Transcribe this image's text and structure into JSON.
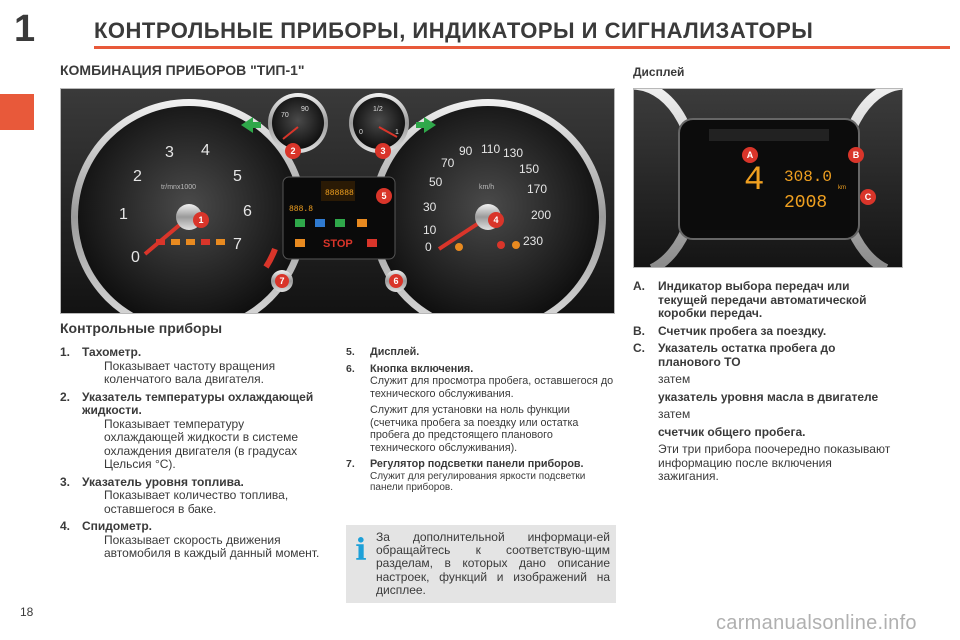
{
  "header": {
    "chapter_number": "1",
    "chapter_title": "КОНТРОЛЬНЫЕ ПРИБОРЫ, ИНДИКАТОРЫ И СИГНАЛИЗАТОРЫ"
  },
  "section_title": "КОМБИНАЦИЯ ПРИБОРОВ \"ТИП-1\"",
  "display_title": "Дисплей",
  "figure": {
    "callouts": [
      "1",
      "2",
      "3",
      "4",
      "5",
      "6",
      "7"
    ],
    "tach_ticks": [
      "0",
      "1",
      "2",
      "3",
      "4",
      "5",
      "6",
      "7"
    ],
    "tach_unit": "tr/mnx1000",
    "speed_ticks": [
      "0",
      "10",
      "30",
      "50",
      "70",
      "90",
      "110",
      "130",
      "150",
      "170",
      "200",
      "230"
    ],
    "speed_unit": "km/h",
    "temp_ticks": [
      "70",
      "90"
    ],
    "fuel_ticks": [
      "0",
      "1/2",
      "1"
    ],
    "stop_label": "STOP",
    "odometer": "888888",
    "trip": "888.8",
    "colors": {
      "accent": "#e8593a",
      "callout": "#d9352a",
      "display_amber": "#f0a020",
      "arrow_green": "#2fa84a"
    }
  },
  "display_figure": {
    "callouts": [
      "A",
      "B",
      "C"
    ],
    "gear": "4",
    "trip_value": "308.0",
    "unit": "km",
    "total_value": "2008"
  },
  "gauges_title": "Контрольные приборы",
  "left_items": [
    {
      "num": "1.",
      "head": "Тахометр.",
      "text": "Показывает частоту вращения коленчатого вала двигателя."
    },
    {
      "num": "2.",
      "head": "Указатель температуры охлаждающей жидкости.",
      "text": "Показывает температуру охлаждающей жидкости в системе охлаждения двигателя (в градусах Цельсия °С)."
    },
    {
      "num": "3.",
      "head": "Указатель уровня топлива.",
      "text": "Показывает количество топлива, оставшегося в баке."
    },
    {
      "num": "4.",
      "head": "Спидометр.",
      "text": "Показывает скорость движения автомобиля в каждый данный момент."
    }
  ],
  "mid_items": [
    {
      "num": "5.",
      "head": "Дисплей.",
      "texts": []
    },
    {
      "num": "6.",
      "head": "Кнопка включения.",
      "texts": [
        "Служит для просмотра пробега, оставшегося до технического обслуживания.",
        "Служит для установки на ноль функции (счетчика пробега за поездку или остатка пробега до предстоящего планового технического обслуживания)."
      ]
    },
    {
      "num": "7.",
      "head": "Регулятор подсветки панели приборов.",
      "texts": [
        "Служит для регулирования яркости подсветки панели приборов."
      ]
    }
  ],
  "info_text": "За дополнительной информаци-ей обращайтесь к соответствую-щим разделам, в которых дано описание настроек, функций и изображений на дисплее.",
  "right_items": [
    {
      "num": "A.",
      "head": "Индикатор выбора передач или текущей передачи автоматической коробки передач."
    },
    {
      "num": "B.",
      "head": "Счетчик пробега за поездку."
    },
    {
      "num": "C.",
      "head": "Указатель остатка пробега до планового ТО"
    }
  ],
  "right_after": [
    {
      "kind": "text",
      "value": "затем"
    },
    {
      "kind": "head",
      "value": "указатель уровня масла в двигателе"
    },
    {
      "kind": "text",
      "value": "затем"
    },
    {
      "kind": "head",
      "value": "счетчик общего пробега."
    },
    {
      "kind": "text",
      "value": "Эти три прибора поочередно показывают информацию после включения зажигания."
    }
  ],
  "page_number": "18",
  "watermark": "carmanualsonline.info"
}
